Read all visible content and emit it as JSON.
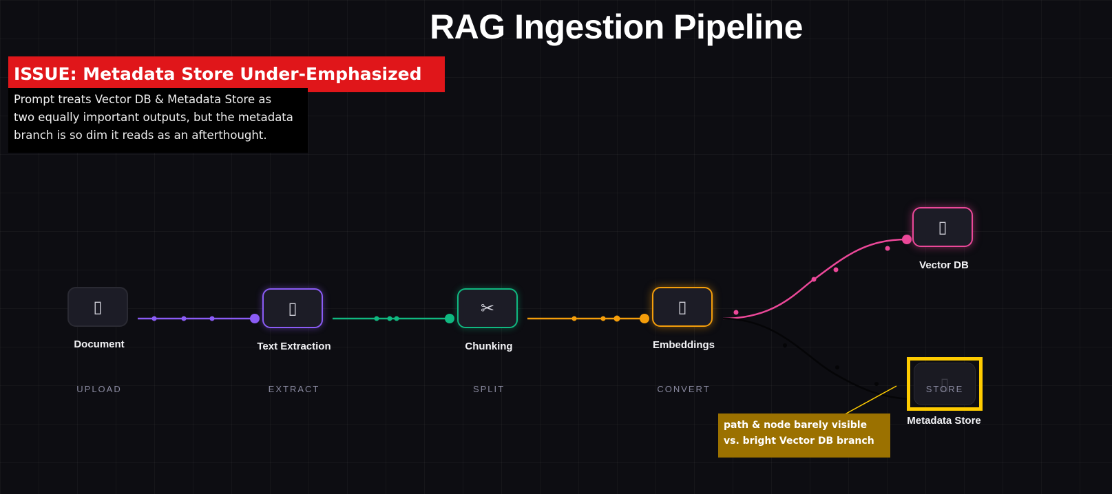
{
  "title": "RAG Ingestion Pipeline",
  "issue": {
    "title": "ISSUE: Metadata Store Under-Emphasized",
    "body_lines": [
      "Prompt treats Vector DB & Metadata Store as",
      "two equally important outputs, but the metadata",
      "branch is so dim it reads as an afterthought."
    ],
    "color": "#e0161a"
  },
  "nodes": [
    {
      "id": "document",
      "label": "Document",
      "stage": "UPLOAD",
      "icon": "document-icon",
      "color": "#2a2a33"
    },
    {
      "id": "text-extraction",
      "label": "Text Extraction",
      "stage": "EXTRACT",
      "icon": "text-icon",
      "color": "#8b5cf6"
    },
    {
      "id": "chunking",
      "label": "Chunking",
      "stage": "SPLIT",
      "icon": "scissors-icon",
      "glyph": "✂",
      "color": "#10b981"
    },
    {
      "id": "embeddings",
      "label": "Embeddings",
      "stage": "CONVERT",
      "icon": "embedding-icon",
      "color": "#f59e0b"
    },
    {
      "id": "vector-db",
      "label": "Vector DB",
      "icon": "database-icon",
      "color": "#ec4899"
    },
    {
      "id": "metadata-store",
      "label": "Metadata Store",
      "stage": "STORE",
      "icon": "storage-icon",
      "color": "#2a2a33"
    }
  ],
  "callout": {
    "lines": [
      "path & node barely visible",
      "vs. bright Vector DB branch"
    ],
    "color": "#9b7100",
    "highlight_color": "#ffcc00"
  }
}
